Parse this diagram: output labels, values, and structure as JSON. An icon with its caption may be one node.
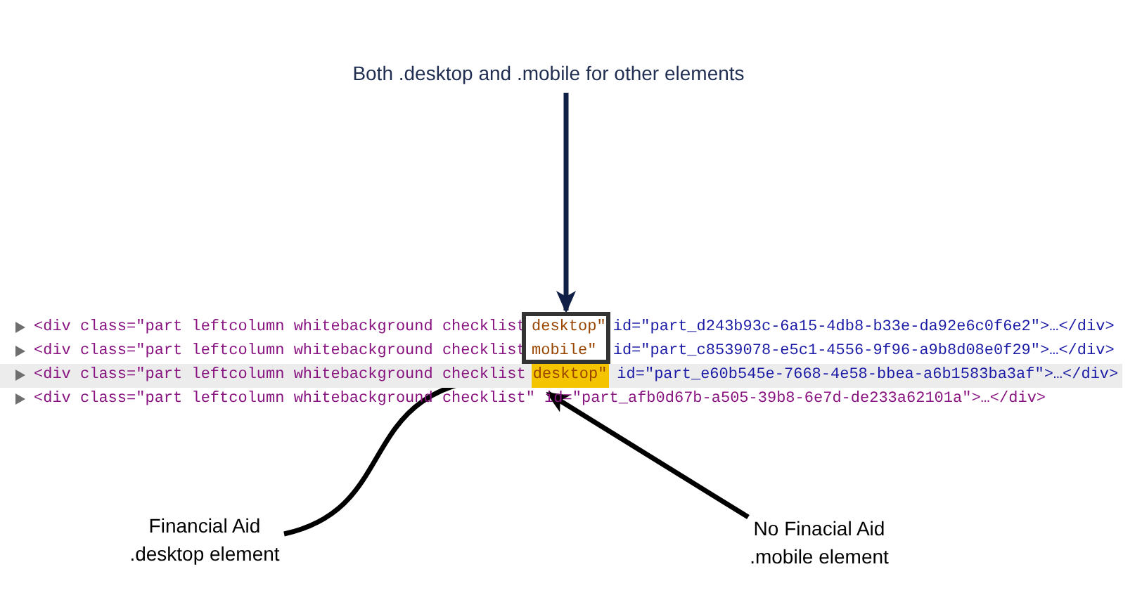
{
  "diagram": {
    "nodes": [
      {
        "text": [
          "Both .desktop and .mobile for other elements"
        ]
      },
      {
        "text": [
          "desktop\"",
          "mobile\""
        ]
      },
      {
        "text": [
          "desktop\""
        ]
      },
      {
        "text": [
          "Financial Aid .desktop element"
        ]
      },
      {
        "text": [
          "No Finacial Aid .mobile element"
        ]
      }
    ],
    "edges": [
      {
        "from": 0,
        "to": 1,
        "arrow": "to",
        "color": "#0f1f45"
      },
      {
        "from": 3,
        "to": 2,
        "arrow": "to"
      },
      {
        "from": 4,
        "to": 2,
        "arrow": "to"
      }
    ],
    "labels": [
      "<div class=\"part leftcolumn whitebackground checklist",
      "id=\"part_d243b93c-6a15-4db8-b33e-da92e6c0f6e2\">…</div>",
      "<div class=\"part leftcolumn whitebackground checklist",
      "id=\"part_c8539078-e5c1-4556-9f96-a9b8d08e0f29\">…</div>",
      "<div class=\"part leftcolumn whitebackground checklist",
      "id=\"part_e60b545e-7668-4e58-bbea-a6b1583ba3af\">…</div>",
      "<div class=\"part leftcolumn whitebackground checklist\" id=\"part_afb0d67b-a505-39b8-6e7d-de233a62101a\">…</div>"
    ]
  }
}
